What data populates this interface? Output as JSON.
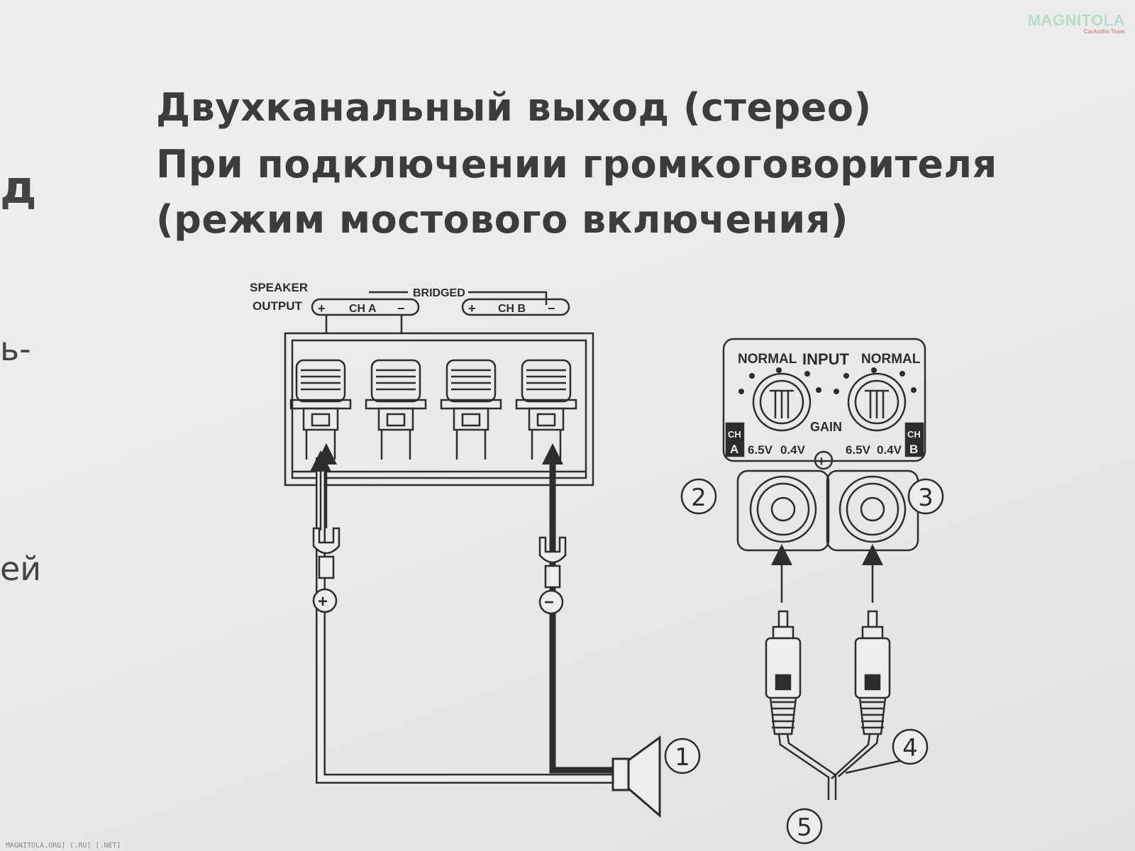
{
  "title": {
    "line1": "Двухканальный выход (стерео)",
    "line2": "При подключении громкоговорителя",
    "line3": "(режим мостового включения)"
  },
  "left_fragments": [
    "д",
    "ь-",
    "ей"
  ],
  "watermark": {
    "brand": "MAGNITOLA",
    "sub": "CarAudio Team"
  },
  "footer": "MAGNITOLA.ORG] [.RU] [.NET]",
  "terminal_panel": {
    "speaker_output": [
      "SPEAKER",
      "OUTPUT"
    ],
    "bridged": "BRIDGED",
    "ch_a": "CH A",
    "ch_b": "CH B",
    "plus_lead": "+",
    "minus_lead": "−"
  },
  "input_panel": {
    "normal_left": "NORMAL",
    "input": "INPUT",
    "normal_right": "NORMAL",
    "gain": "GAIN",
    "ch_a": [
      "CH",
      "A"
    ],
    "ch_b": [
      "CH",
      "B"
    ],
    "v_high": "6.5V",
    "v_low": "0.4V",
    "plus": "+"
  },
  "callouts": [
    "1",
    "2",
    "3",
    "4",
    "5"
  ],
  "colors": {
    "text": "#3c3c3c",
    "line": "#2d2d2d",
    "background": "#e9ebec"
  }
}
